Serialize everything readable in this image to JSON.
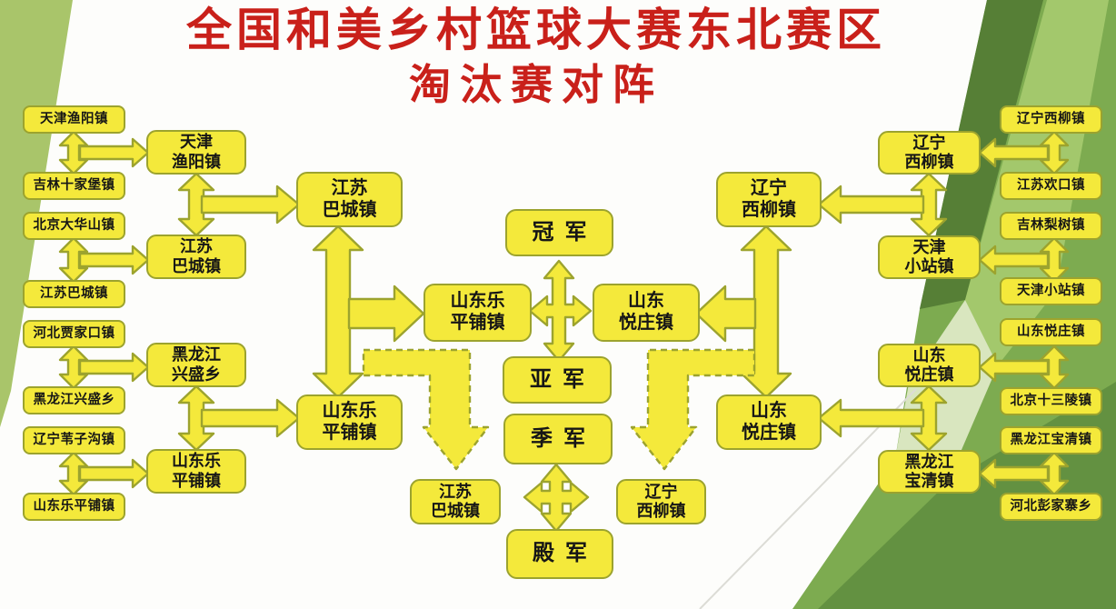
{
  "title": {
    "line1": "全国和美乡村篮球大赛东北赛区",
    "line2": "淘汰赛对阵"
  },
  "colors": {
    "box_fill": "#f4e93b",
    "box_border": "#9ca32e",
    "arrow_fill": "#f4e93b",
    "arrow_border": "#9ca32e",
    "title_red": "#c9201a",
    "page_bg": "#fdfdfb",
    "green_wedge_left": "#a9c56a",
    "green_base": "#7dab50",
    "green_dark": "#567f36",
    "green_mid": "#639141",
    "green_light": "#a3c86c",
    "green_pale": "#d9e6bf"
  },
  "bracket": {
    "left_round1": [
      "天津渔阳镇",
      "吉林十家堡镇",
      "北京大华山镇",
      "江苏巴城镇",
      "河北贾家口镇",
      "黑龙江兴盛乡",
      "辽宁苇子沟镇",
      "山东乐平铺镇"
    ],
    "left_round1_winners": [
      "天津\n渔阳镇",
      "江苏\n巴城镇",
      "黑龙江\n兴盛乡",
      "山东乐\n平铺镇"
    ],
    "left_quarterfinal_winners": [
      "江苏\n巴城镇",
      "山东乐\n平铺镇"
    ],
    "left_finalist": "山东乐\n平铺镇",
    "right_finalist": "山东\n悦庄镇",
    "right_quarterfinal_winners": [
      "辽宁\n西柳镇",
      "山东\n悦庄镇"
    ],
    "right_round1_winners": [
      "辽宁\n西柳镇",
      "天津\n小站镇",
      "山东\n悦庄镇",
      "黑龙江\n宝清镇"
    ],
    "right_round1": [
      "辽宁西柳镇",
      "江苏欢口镇",
      "吉林梨树镇",
      "天津小站镇",
      "山东悦庄镇",
      "北京十三陵镇",
      "黑龙江宝清镇",
      "河北彭家寨乡"
    ],
    "third_place_left": "江苏\n巴城镇",
    "third_place_right": "辽宁\n西柳镇",
    "placements": {
      "champion": "冠军",
      "runner_up": "亚军",
      "third": "季军",
      "fourth": "殿军"
    }
  }
}
